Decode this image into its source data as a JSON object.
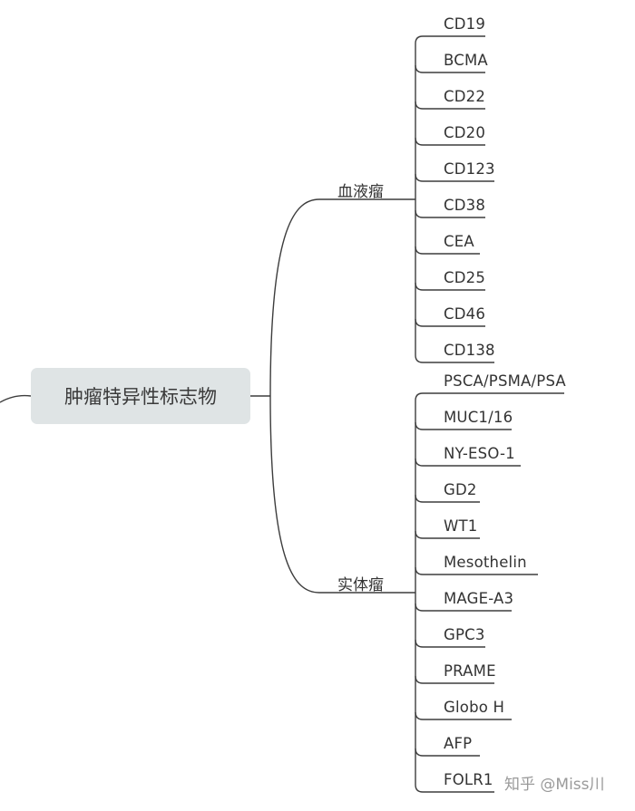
{
  "mindmap": {
    "root": "肿瘤特异性标志物",
    "branches": [
      {
        "label": "血液瘤",
        "children": [
          "CD19",
          "BCMA",
          "CD22",
          "CD20",
          "CD123",
          "CD38",
          "CEA",
          "CD25",
          "CD46",
          "CD138"
        ]
      },
      {
        "label": "实体瘤",
        "children": [
          "PSCA/PSMA/PSA",
          "MUC1/16",
          "NY-ESO-1",
          "GD2",
          "WT1",
          "Mesothelin",
          "MAGE-A3",
          "GPC3",
          "PRAME",
          "Globo H",
          "AFP",
          "FOLR1"
        ]
      }
    ]
  },
  "watermark": "知乎 @Miss川",
  "colors": {
    "line": "#3d3d3d",
    "root_bg": "#dfe4e5",
    "text": "#333333"
  }
}
